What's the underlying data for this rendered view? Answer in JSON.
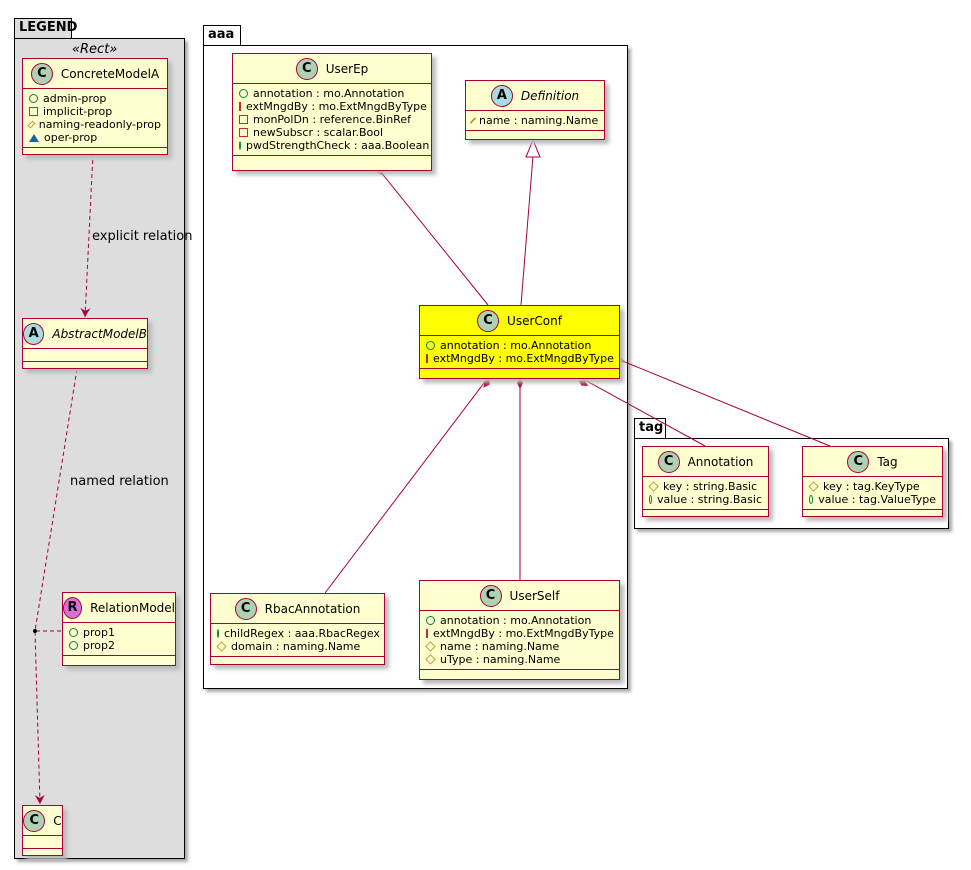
{
  "packages": {
    "legend": "LEGEND",
    "aaa": "aaa",
    "tag": "tag"
  },
  "legend": {
    "stereotype": "«Rect»",
    "explicit_relation": "explicit relation",
    "named_relation": "named relation"
  },
  "colors": {
    "border": "#A80036",
    "class_fill": "#FEFECE",
    "highlight": "#FFFF00",
    "legend_fill": "#DDDDDD"
  },
  "classes": {
    "ConcreteModelA": {
      "letter": "C",
      "name": "ConcreteModelA",
      "attrs": [
        {
          "vis": "public",
          "text": "admin-prop"
        },
        {
          "vis": "private",
          "text": "implicit-prop"
        },
        {
          "vis": "protected",
          "text": "naming-readonly-prop"
        },
        {
          "vis": "package",
          "text": "oper-prop"
        }
      ]
    },
    "AbstractModelB": {
      "letter": "A",
      "name": "AbstractModelB",
      "italic": true,
      "attrs": []
    },
    "RelationModel": {
      "letter": "R",
      "name": "RelationModel",
      "attrs": [
        {
          "vis": "public",
          "text": "prop1"
        },
        {
          "vis": "public",
          "text": "prop2"
        }
      ]
    },
    "C": {
      "letter": "C",
      "name": "C",
      "attrs": []
    },
    "UserEp": {
      "letter": "C",
      "name": "UserEp",
      "attrs": [
        {
          "vis": "public",
          "text": "annotation : mo.Annotation"
        },
        {
          "vis": "private",
          "text": "extMngdBy : mo.ExtMngdByType"
        },
        {
          "vis": "private",
          "text": "monPolDn : reference.BinRef"
        },
        {
          "vis": "private",
          "text": "newSubscr : scalar.Bool"
        },
        {
          "vis": "public",
          "text": "pwdStrengthCheck : aaa.Boolean"
        }
      ]
    },
    "Definition": {
      "letter": "A",
      "name": "Definition",
      "italic": true,
      "attrs": [
        {
          "vis": "protected",
          "text": "name : naming.Name"
        }
      ]
    },
    "UserConf": {
      "letter": "C",
      "name": "UserConf",
      "attrs": [
        {
          "vis": "public",
          "text": "annotation : mo.Annotation"
        },
        {
          "vis": "private",
          "text": "extMngdBy : mo.ExtMngdByType"
        }
      ]
    },
    "RbacAnnotation": {
      "letter": "C",
      "name": "RbacAnnotation",
      "attrs": [
        {
          "vis": "public",
          "text": "childRegex : aaa.RbacRegex"
        },
        {
          "vis": "protected",
          "text": "domain : naming.Name"
        }
      ]
    },
    "UserSelf": {
      "letter": "C",
      "name": "UserSelf",
      "attrs": [
        {
          "vis": "public",
          "text": "annotation : mo.Annotation"
        },
        {
          "vis": "private",
          "text": "extMngdBy : mo.ExtMngdByType"
        },
        {
          "vis": "protected",
          "text": "name : naming.Name"
        },
        {
          "vis": "protected",
          "text": "uType : naming.Name"
        }
      ]
    },
    "Annotation": {
      "letter": "C",
      "name": "Annotation",
      "attrs": [
        {
          "vis": "protected",
          "text": "key : string.Basic"
        },
        {
          "vis": "public",
          "text": "value : string.Basic"
        }
      ]
    },
    "Tag": {
      "letter": "C",
      "name": "Tag",
      "attrs": [
        {
          "vis": "protected",
          "text": "key : tag.KeyType"
        },
        {
          "vis": "public",
          "text": "value : tag.ValueType"
        }
      ]
    }
  }
}
